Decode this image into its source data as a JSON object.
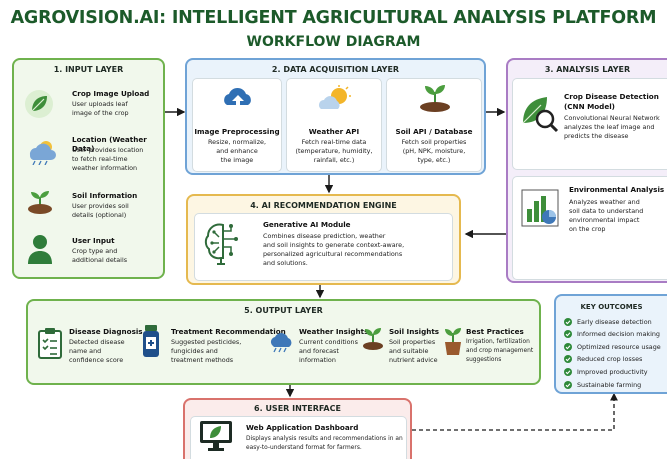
{
  "title": "AGROVISION.AI: INTELLIGENT AGRICULTURAL ANALYSIS PLATFORM",
  "subtitle": "WORKFLOW DIAGRAM",
  "colors": {
    "input": "#6fb24d",
    "acquisition": "#6fa3d6",
    "analysis": "#a97cc4",
    "ai_engine": "#e5b94f",
    "output": "#6fb24d",
    "ui": "#d9726c",
    "outcomes": "#6fa3d6",
    "title": "#1c5a2a"
  },
  "input_layer": {
    "header": "1. INPUT LAYER",
    "items": [
      {
        "icon": "leaf-icon",
        "title": "Crop Image Upload",
        "desc": [
          "User uploads leaf",
          "image of the crop"
        ]
      },
      {
        "icon": "cloud-rain-icon",
        "title": "Location (Weather Data)",
        "desc": [
          "User provides location",
          "to fetch real-time",
          "weather information"
        ]
      },
      {
        "icon": "plant-sprout-icon",
        "title": "Soil Information",
        "desc": [
          "User provides soil",
          "details (optional)"
        ]
      },
      {
        "icon": "user-icon",
        "title": "User Input",
        "desc": [
          "Crop type and",
          "additional details"
        ]
      }
    ]
  },
  "acquisition_layer": {
    "header": "2. DATA ACQUISITION LAYER",
    "cards": [
      {
        "icon": "cloud-upload-icon",
        "title": "Image Preprocessing",
        "desc": [
          "Resize, normalize,",
          "and enhance",
          "the image"
        ]
      },
      {
        "icon": "sun-cloud-icon",
        "title": "Weather API",
        "desc": [
          "Fetch real-time data",
          "(temperature, humidity,",
          "rainfall, etc.)"
        ]
      },
      {
        "icon": "soil-plant-icon",
        "title": "Soil API / Database",
        "desc": [
          "Fetch soil properties",
          "(pH, NPK, moisture,",
          "type, etc.)"
        ]
      }
    ]
  },
  "analysis_layer": {
    "header": "3. ANALYSIS LAYER",
    "cards": [
      {
        "icon": "leaf-magnifier-icon",
        "title": [
          "Crop Disease Detection",
          "(CNN Model)"
        ],
        "desc": [
          "Convolutional Neural Network",
          "analyzes the leaf image and",
          "predicts the disease"
        ]
      },
      {
        "icon": "bar-pie-chart-icon",
        "title": [
          "Environmental Analysis"
        ],
        "desc": [
          "Analyzes weather and",
          "soil data to understand",
          "environmental impact",
          "on the crop"
        ]
      }
    ]
  },
  "ai_engine": {
    "header": "4. AI RECOMMENDATION ENGINE",
    "icon": "brain-circuit-icon",
    "title": "Generative AI Module",
    "desc": [
      "Combines disease prediction, weather",
      "and soil insights to generate context-aware,",
      "personalized agricultural recommendations",
      "and solutions."
    ]
  },
  "output_layer": {
    "header": "5. OUTPUT LAYER",
    "items": [
      {
        "icon": "clipboard-checklist-icon",
        "title": "Disease Diagnosis",
        "desc": [
          "Detected disease",
          "name and",
          "confidence score"
        ]
      },
      {
        "icon": "medicine-bottle-icon",
        "title": "Treatment Recommendation",
        "desc": [
          "Suggested pesticides,",
          "fungicides and",
          "treatment methods"
        ]
      },
      {
        "icon": "cloud-rain-icon",
        "title": "Weather Insights",
        "desc": [
          "Current conditions",
          "and forecast",
          "information"
        ]
      },
      {
        "icon": "plant-sprout-icon",
        "title": "Soil Insights",
        "desc": [
          "Soil properties",
          "and suitable",
          "nutrient advice"
        ]
      },
      {
        "icon": "potted-plant-icon",
        "title": "Best Practices",
        "desc": [
          "Irrigation, fertilization",
          "and crop management",
          "suggestions"
        ]
      }
    ]
  },
  "user_interface": {
    "header": "6. USER INTERFACE",
    "icon": "monitor-leaf-icon",
    "title": "Web Application Dashboard",
    "desc": [
      "Displays analysis results and recommendations in an",
      "easy-to-understand format for farmers."
    ]
  },
  "key_outcomes": {
    "header": "KEY OUTCOMES",
    "items": [
      "Early disease detection",
      "Informed decision making",
      "Optimized resource usage",
      "Reduced crop losses",
      "Improved productivity",
      "Sustainable farming"
    ]
  }
}
